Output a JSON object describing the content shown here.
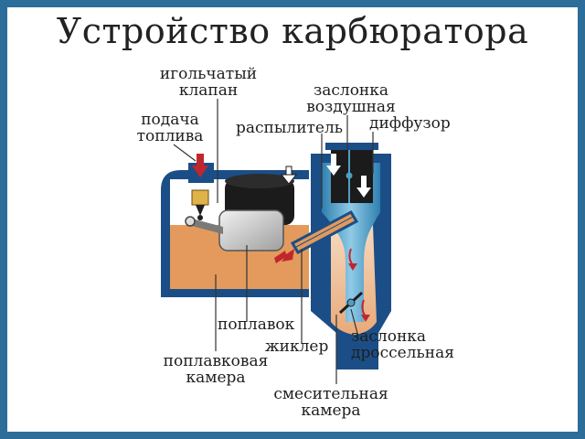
{
  "title": "Устройство карбюратора",
  "labels": {
    "needle_valve": [
      "игольчатый",
      "клапан"
    ],
    "fuel_supply": [
      "подача",
      "топлива"
    ],
    "air_damper": [
      "заслонка",
      "воздушная"
    ],
    "atomizer": "распылитель",
    "diffuser": "диффузор",
    "float": "поплавок",
    "jet": "жиклер",
    "throttle_damper": [
      "заслонка",
      "дроссельная"
    ],
    "float_chamber": [
      "поплавковая",
      "камера"
    ],
    "mixing_chamber": [
      "смесительная",
      "камера"
    ]
  },
  "colors": {
    "frame": "#2c6e99",
    "body": "#1b4e86",
    "fuel": "#e39a5c",
    "mix": "#f2c7a5",
    "air": "#4f9ec4",
    "arrow_red": "#c0272d",
    "dark": "#1e1e1e"
  }
}
